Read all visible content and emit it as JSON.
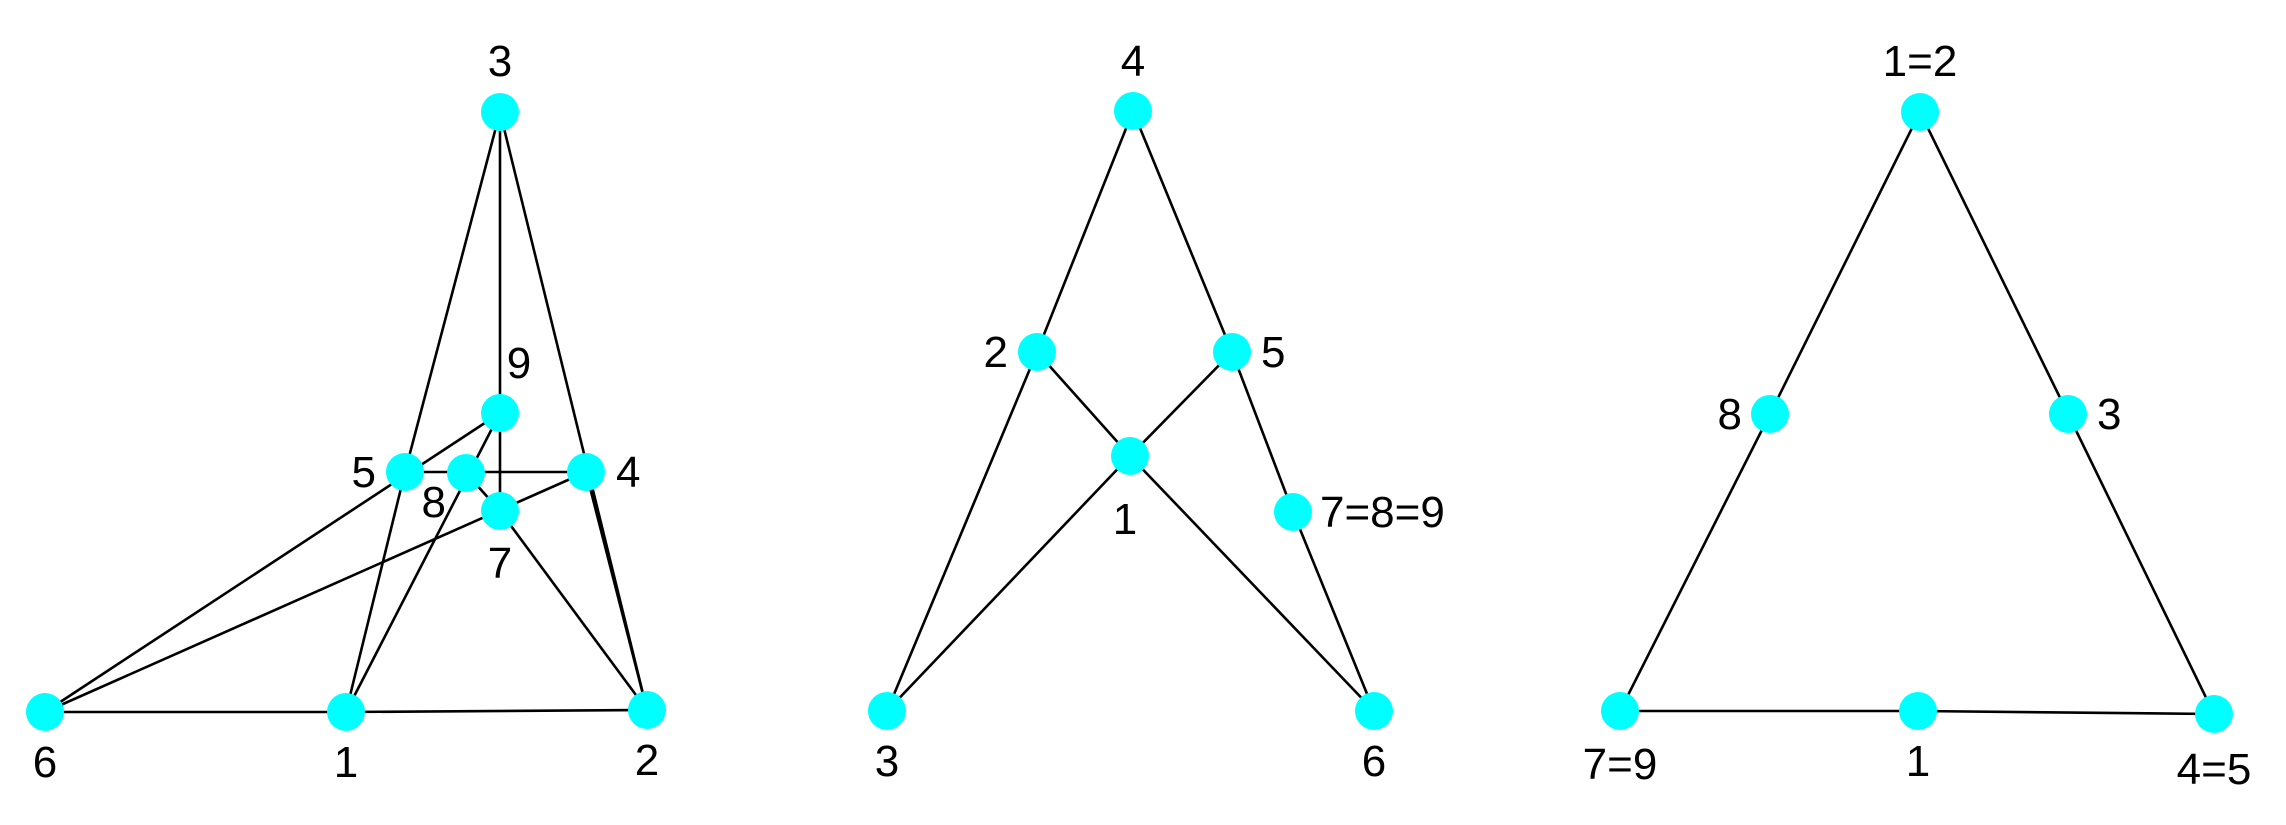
{
  "colors": {
    "node": "#00FFFF",
    "edge": "#000000",
    "label": "#000000"
  },
  "graphs": [
    {
      "id": "left",
      "nodes": [
        {
          "id": "n1",
          "label": "1"
        },
        {
          "id": "n2",
          "label": "2"
        },
        {
          "id": "n3",
          "label": "3"
        },
        {
          "id": "n4",
          "label": "4"
        },
        {
          "id": "n5",
          "label": "5"
        },
        {
          "id": "n6",
          "label": "6"
        },
        {
          "id": "n7",
          "label": "7"
        },
        {
          "id": "n8",
          "label": "8"
        },
        {
          "id": "n9",
          "label": "9"
        }
      ],
      "edges": [
        [
          "n6",
          "n1"
        ],
        [
          "n1",
          "n2"
        ],
        [
          "n3",
          "n2"
        ],
        [
          "n3",
          "n9"
        ],
        [
          "n3",
          "n5"
        ],
        [
          "n4",
          "n2"
        ],
        [
          "n5",
          "n1"
        ],
        [
          "n5",
          "n4"
        ],
        [
          "n6",
          "n9"
        ],
        [
          "n6",
          "n4"
        ],
        [
          "n1",
          "n9"
        ],
        [
          "n7",
          "n2"
        ],
        [
          "n8",
          "n7"
        ],
        [
          "n9",
          "n7"
        ]
      ]
    },
    {
      "id": "middle",
      "nodes": [
        {
          "id": "m4",
          "label": "4"
        },
        {
          "id": "m2",
          "label": "2"
        },
        {
          "id": "m5",
          "label": "5"
        },
        {
          "id": "m1",
          "label": "1"
        },
        {
          "id": "m789",
          "label": "7=8=9"
        },
        {
          "id": "m3",
          "label": "3"
        },
        {
          "id": "m6",
          "label": "6"
        }
      ],
      "edges": [
        [
          "m4",
          "m2"
        ],
        [
          "m4",
          "m5"
        ],
        [
          "m2",
          "m3"
        ],
        [
          "m2",
          "m1"
        ],
        [
          "m5",
          "m1"
        ],
        [
          "m5",
          "m789"
        ],
        [
          "m789",
          "m6"
        ],
        [
          "m1",
          "m3"
        ],
        [
          "m1",
          "m6"
        ]
      ]
    },
    {
      "id": "right",
      "nodes": [
        {
          "id": "r12",
          "label": "1=2"
        },
        {
          "id": "r8",
          "label": "8"
        },
        {
          "id": "r3",
          "label": "3"
        },
        {
          "id": "r79",
          "label": "7=9"
        },
        {
          "id": "r1",
          "label": "1"
        },
        {
          "id": "r45",
          "label": "4=5"
        }
      ],
      "edges": [
        [
          "r12",
          "r8"
        ],
        [
          "r8",
          "r79"
        ],
        [
          "r12",
          "r3"
        ],
        [
          "r3",
          "r45"
        ],
        [
          "r79",
          "r1"
        ],
        [
          "r1",
          "r45"
        ]
      ]
    }
  ]
}
